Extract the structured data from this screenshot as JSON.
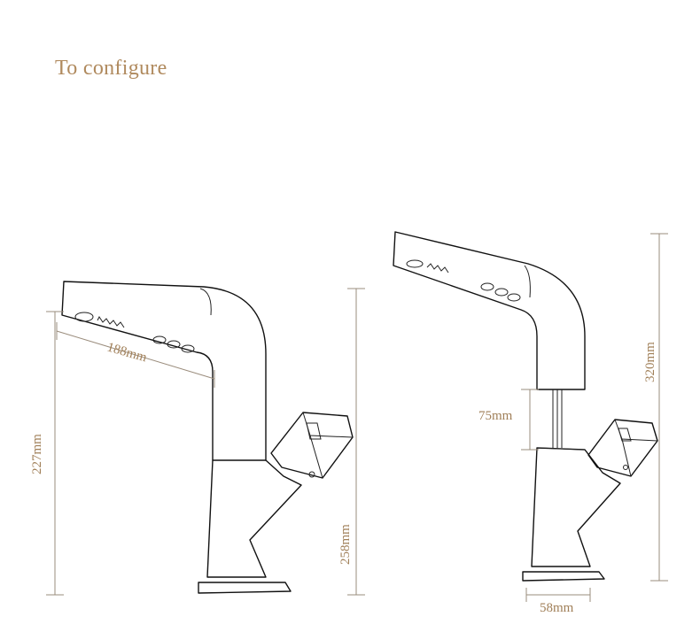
{
  "header": {
    "title": "To configure"
  },
  "dimensions": {
    "left_spout_reach": "188mm",
    "left_spout_height": "227mm",
    "left_total_height": "258mm",
    "right_pullout_extension": "75mm",
    "right_total_height": "320mm",
    "right_base_width": "58mm"
  },
  "colors": {
    "accent": "#b08a5e",
    "line": "#111111",
    "dimension_line": "#9a8c7c"
  }
}
